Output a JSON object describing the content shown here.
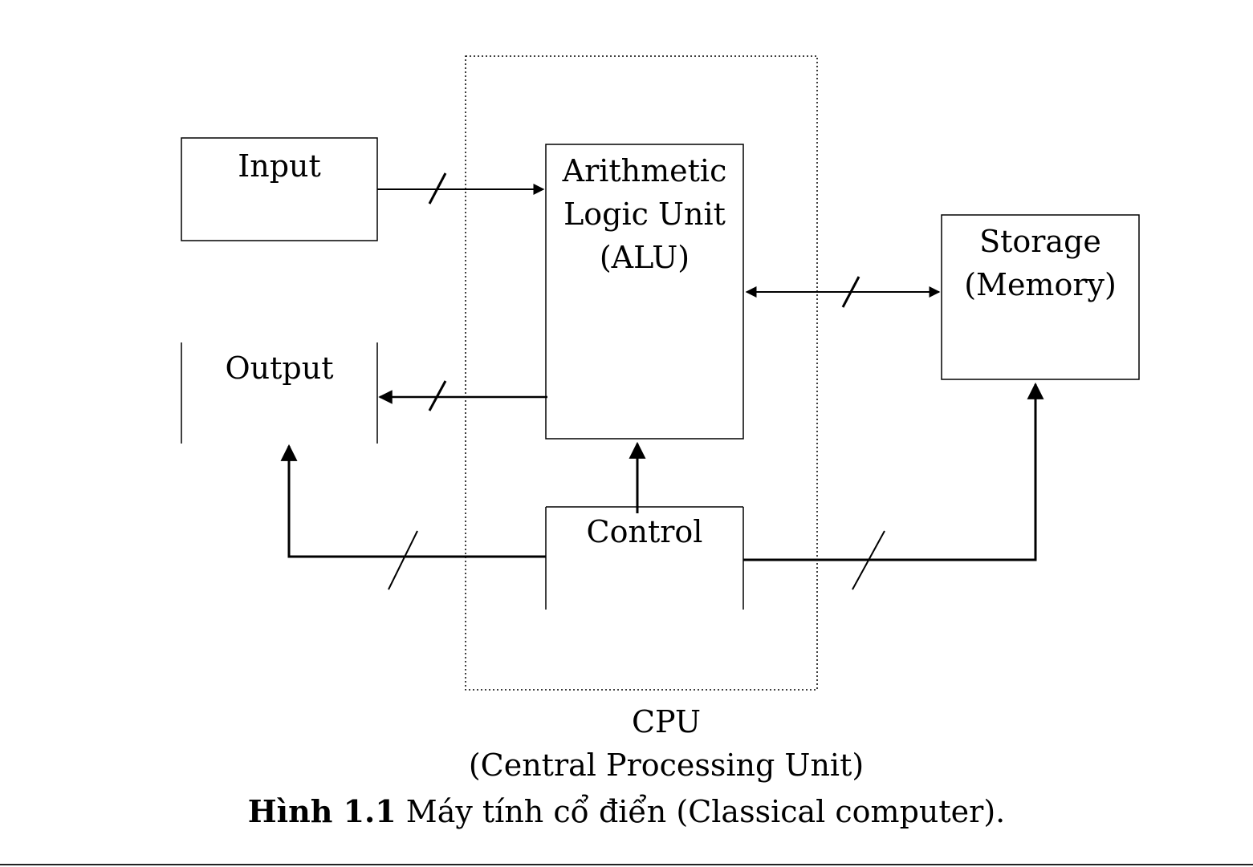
{
  "nodes": {
    "input": "Input",
    "output": "Output",
    "alu": [
      "Arithmetic",
      "Logic Unit",
      "(ALU)"
    ],
    "storage": [
      "Storage",
      "(Memory)"
    ],
    "control": "Control",
    "cpu": [
      "CPU",
      "(Central Processing Unit)"
    ]
  },
  "caption": {
    "label": "Hình 1.1",
    "text": " Máy tính cổ điển (Classical computer)."
  }
}
